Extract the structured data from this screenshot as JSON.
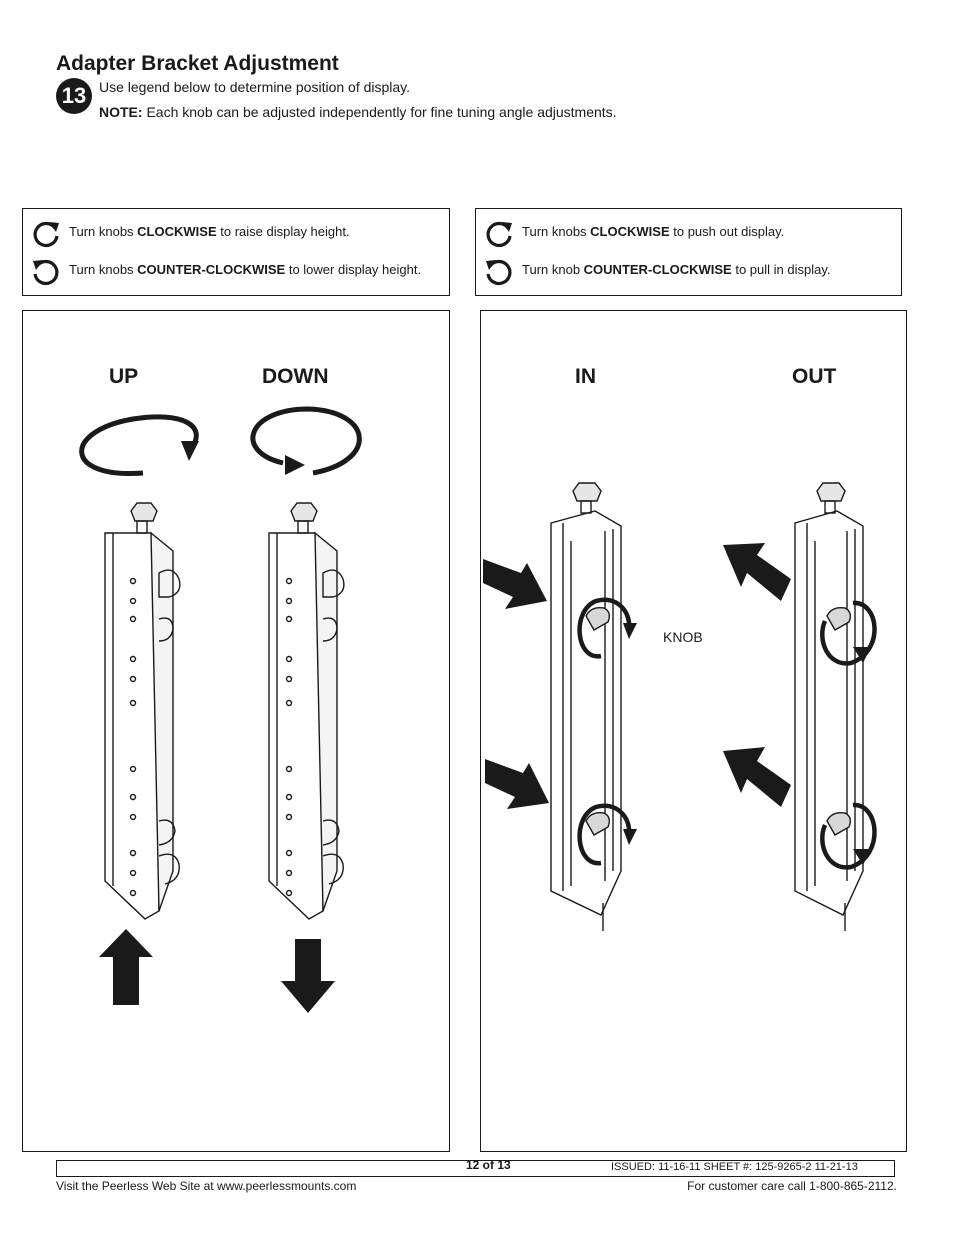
{
  "header": {
    "title": "Adapter Bracket Adjustment",
    "step_number": "13",
    "instruction": "Use legend below to determine position of display.",
    "note_label": "NOTE:",
    "note_text": " Each knob can be adjusted independently for fine tuning angle adjustments."
  },
  "legend_height": {
    "cw_prefix": "Turn knobs ",
    "cw_bold": "CLOCKWISE",
    "cw_suffix": " to raise display height.",
    "ccw_prefix": "Turn knobs ",
    "ccw_bold": "COUNTER-CLOCKWISE",
    "ccw_suffix": " to lower display height."
  },
  "legend_depth": {
    "cw_prefix": "Turn knobs ",
    "cw_bold": "CLOCKWISE",
    "cw_suffix": " to push out display.",
    "ccw_prefix": "Turn knob ",
    "ccw_bold": "COUNTER-CLOCKWISE",
    "ccw_suffix": " to pull in display."
  },
  "panel_height": {
    "up_label": "UP",
    "down_label": "DOWN"
  },
  "panel_depth": {
    "in_label": "IN",
    "out_label": "OUT",
    "knob_label": "KNOB"
  },
  "footer": {
    "page": "12 of 13",
    "issued": "ISSUED: 11-16-11 SHEET #: 125-9265-2  11-21-13",
    "website": "Visit the Peerless Web Site at www.peerlessmounts.com",
    "care": "For customer care call 1-800-865-2112."
  },
  "colors": {
    "ink": "#1a1a1a",
    "paper": "#ffffff"
  },
  "icons": [
    "clockwise-arrow-icon",
    "counter-clockwise-arrow-icon",
    "up-arrow-icon",
    "down-arrow-icon",
    "push-arrow-icon"
  ]
}
